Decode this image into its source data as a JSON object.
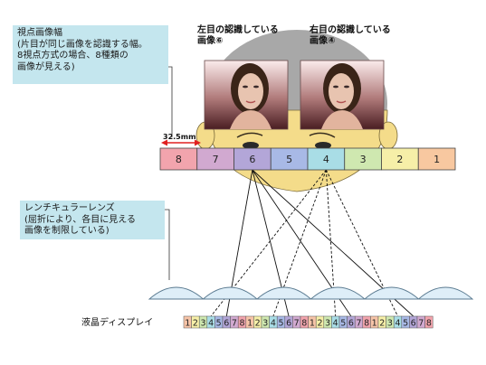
{
  "callouts": {
    "viewpoint": {
      "lines": [
        "視点画像幅",
        "(片目が同じ画像を認識する幅。",
        "8視点方式の場合、8種類の",
        "画像が見える)"
      ]
    },
    "lens": {
      "lines": [
        "レンチキュラーレンズ",
        "(屈折により、各目に見える",
        "画像を制限している)"
      ]
    }
  },
  "face_captions": {
    "left": [
      "左目の認識している",
      "画像⑥"
    ],
    "right": [
      "右目の認識している",
      "画像④"
    ]
  },
  "dimension_label": "32.5mm",
  "viewpoint_strip": {
    "zones": [
      {
        "label": "8",
        "color": "#f2a4ad"
      },
      {
        "label": "7",
        "color": "#d1a9d0"
      },
      {
        "label": "6",
        "color": "#b3a6d8"
      },
      {
        "label": "5",
        "color": "#a8b9e6"
      },
      {
        "label": "4",
        "color": "#a9dde6"
      },
      {
        "label": "3",
        "color": "#cfe8b0"
      },
      {
        "label": "2",
        "color": "#f6efa8"
      },
      {
        "label": "1",
        "color": "#f8c8a0"
      }
    ]
  },
  "lcd": {
    "label": "液晶ディスプレイ",
    "groups": 4,
    "pixels": [
      {
        "label": "1",
        "color": "#f6c4a8"
      },
      {
        "label": "2",
        "color": "#f6efa8"
      },
      {
        "label": "3",
        "color": "#cfe8b0"
      },
      {
        "label": "4",
        "color": "#a9dde6"
      },
      {
        "label": "5",
        "color": "#a8b9e6"
      },
      {
        "label": "6",
        "color": "#b3a6d8"
      },
      {
        "label": "7",
        "color": "#d1a9d0"
      },
      {
        "label": "8",
        "color": "#f2a4ad"
      }
    ]
  },
  "lens_count": 6,
  "colors": {
    "callout_bg": "#c4e6ee",
    "head": "#f4dc8a",
    "hair": "#a8a8a8",
    "lens_fill": "#deeef8",
    "lens_stroke": "#5a7a90",
    "dimension_arrow": "#e02020"
  }
}
